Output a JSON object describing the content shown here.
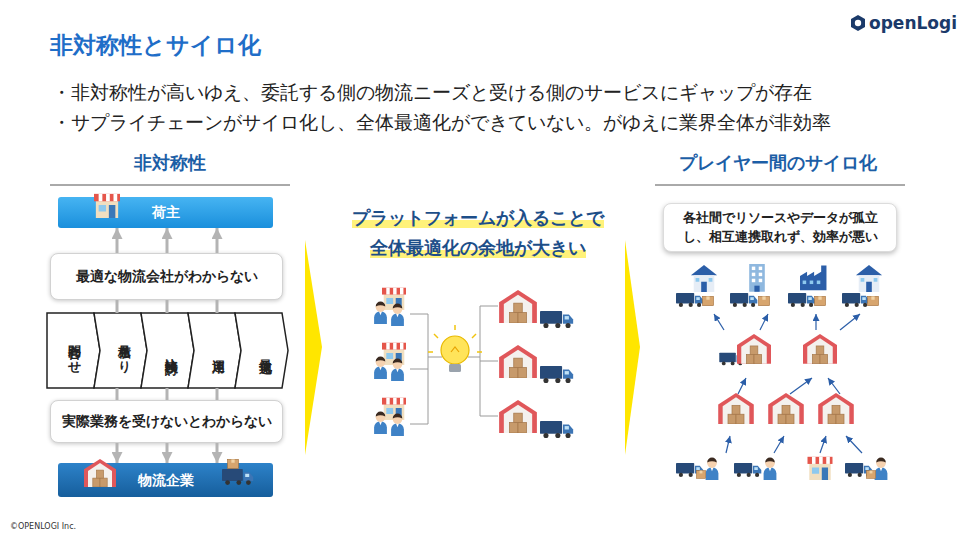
{
  "diagram": {
    "title": "非対称性とサイロ化",
    "nodes": [
      {
        "text": [
          "荷主"
        ]
      },
      {
        "text": [
          "最適な物流会社がわからない"
        ]
      },
      {
        "text": [
          "問合わせ"
        ]
      },
      {
        "text": [
          "見積もり"
        ]
      },
      {
        "text": [
          "比較検討"
        ]
      },
      {
        "text": [
          "運用"
        ]
      },
      {
        "text": [
          "最適化"
        ]
      },
      {
        "text": [
          "実際業務を受けないとわからない"
        ]
      },
      {
        "text": [
          "物流企業"
        ]
      },
      {
        "text": [
          "各社間でリソースやデータが孤立し、相互連携取れず、効率が悪い"
        ]
      }
    ],
    "edges": [
      {
        "from": 1,
        "to": 0,
        "arrow": "to"
      },
      {
        "from": 1,
        "to": 0,
        "arrow": "to"
      },
      {
        "from": 1,
        "to": 0,
        "arrow": "to"
      },
      {
        "from": 3,
        "to": 1,
        "arrow": "none"
      },
      {
        "from": 4,
        "to": 1,
        "arrow": "none"
      },
      {
        "from": 5,
        "to": 1,
        "arrow": "none"
      },
      {
        "from": 7,
        "to": 3,
        "arrow": "none"
      },
      {
        "from": 7,
        "to": 4,
        "arrow": "none"
      },
      {
        "from": 7,
        "to": 5,
        "arrow": "none"
      },
      {
        "from": 7,
        "to": 8,
        "arrow": "to"
      },
      {
        "from": 7,
        "to": 8,
        "arrow": "to"
      },
      {
        "from": 7,
        "to": 8,
        "arrow": "to"
      }
    ],
    "labels": [
      "openLogi",
      "・非対称性が高いゆえ、委託する側の物流ニーズと受ける側のサービスにギャップが存在",
      "・サプライチェーンがサイロ化し、全体最適化ができていない。がゆえに業界全体が非効率",
      "非対称性",
      "プラットフォームが入ることで 全体最適化の余地が大きい",
      "プレイヤー間のサイロ化",
      "©OPENLOGI Inc."
    ]
  }
}
